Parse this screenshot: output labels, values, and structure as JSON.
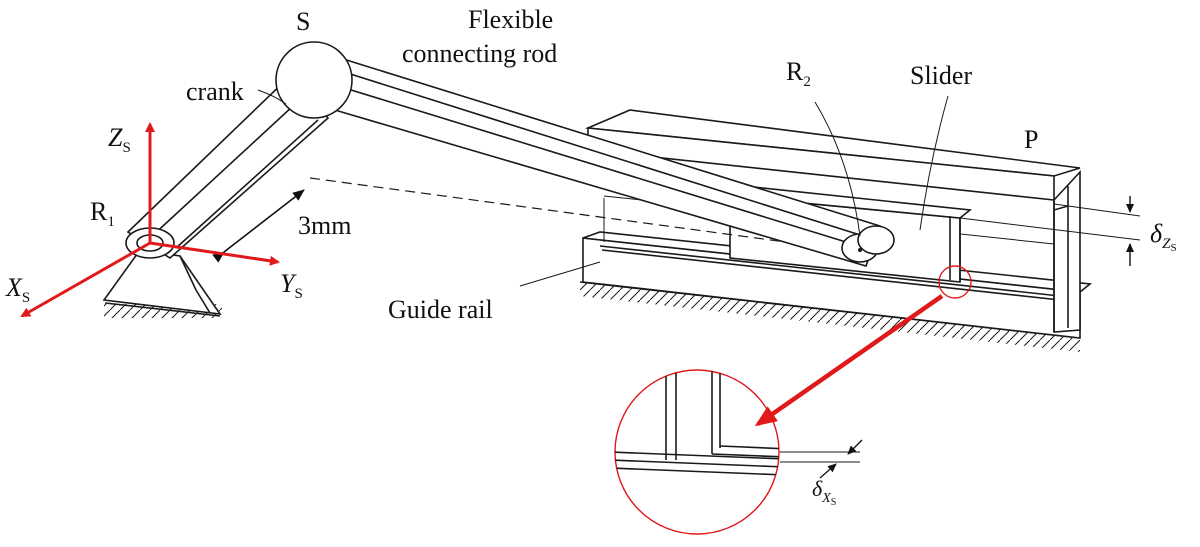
{
  "labels": {
    "s": "S",
    "rod_line1": "Flexible",
    "rod_line2": "connecting rod",
    "crank": "crank",
    "zs_main": "Z",
    "zs_sub": "S",
    "r1_main": "R",
    "r1_sub": "1",
    "xs_main": "X",
    "xs_sub": "S",
    "ys_main": "Y",
    "ys_sub": "S",
    "gap": "3mm",
    "r2_main": "R",
    "r2_sub": "2",
    "slider": "Slider",
    "p": "P",
    "delta_zs_main": "δ",
    "delta_zs_sub": "Z",
    "delta_zs_subsub": "S",
    "guide_rail": "Guide rail",
    "delta_xs_main": "δ",
    "delta_xs_sub": "X",
    "delta_xs_subsub": "S"
  },
  "colors": {
    "line": "#1a1a1a",
    "axis": "#e0191b",
    "background": "#ffffff"
  }
}
